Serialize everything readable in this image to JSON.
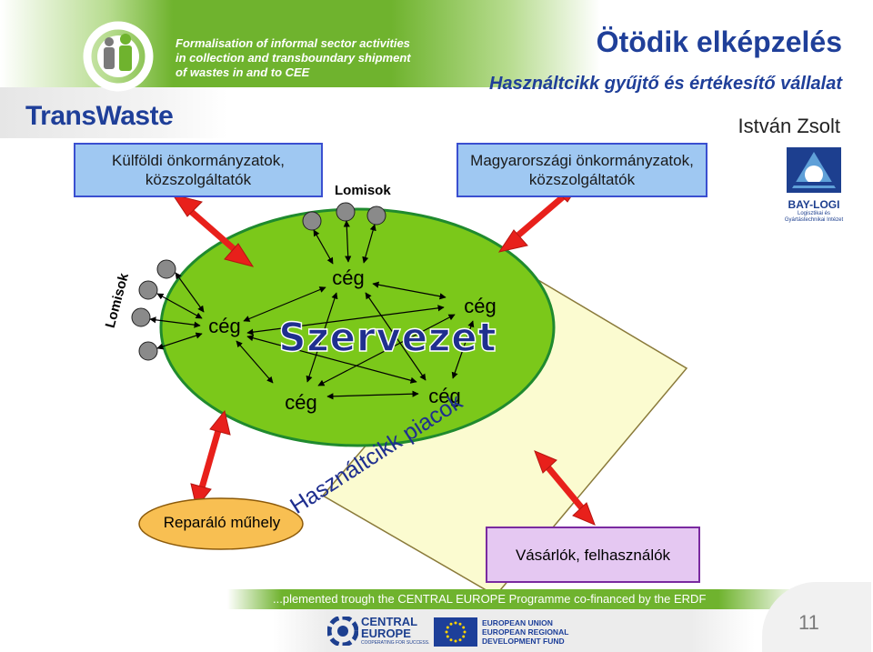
{
  "header": {
    "project_lines": [
      "Formalisation of informal sector activities",
      "in collection and transboundary shipment",
      "of wastes in and to CEE"
    ],
    "logo_text": "TransWaste",
    "title": "Ötödik elképzelés",
    "subtitle": "Használtcikk gyűjtő és értékesítő vállalat",
    "author": "István Zsolt"
  },
  "bay_logi": {
    "name": "BAY-LOGI",
    "caption_lines": [
      "Logisztikai és",
      "Gyártástechnikai Intézet"
    ]
  },
  "diagram": {
    "foreign_box": [
      "Külföldi önkormányzatok,",
      "közszolgáltatók"
    ],
    "hungarian_box": [
      "Magyarországi önkormányzatok,",
      "közszolgáltatók"
    ],
    "lomisok_top": "Lomisok",
    "lomisok_left": "Lomisok",
    "organization": "Szervezet",
    "company_label": "cég",
    "market": "Használtcikk piacok",
    "repair": "Reparáló műhely",
    "buyers": "Vásárlók, felhasználók"
  },
  "footer": {
    "text": "...plemented trough the CENTRAL EUROPE Programme co-financed by the ERDF",
    "ce_logo_lines": [
      "CENTRAL",
      "EUROPE"
    ],
    "ce_tagline": "COOPERATING FOR SUCCESS.",
    "eu_lines": [
      "EUROPEAN UNION",
      "EUROPEAN REGIONAL",
      "DEVELOPMENT FUND"
    ],
    "page_number": "11"
  },
  "colors": {
    "brand_green": "#6fb32e",
    "title_blue": "#1f3f99",
    "ellipse_green": "#7bc81a",
    "box_blue": "#9fc8f2",
    "arrow_red": "#e8201b",
    "market_yellow": "#fbfbd0",
    "repair_orange": "#f8bf52",
    "buyers_purple": "#e5c8f2"
  }
}
